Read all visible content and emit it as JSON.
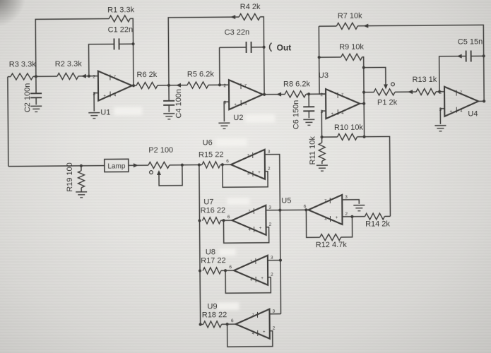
{
  "schematic": {
    "components": {
      "r1": "R1 3.3k",
      "r2": "R2 3.3k",
      "r3": "R3 3.3k",
      "r4": "R4 2k",
      "r5": "R5 6.2k",
      "r6": "R6 2k",
      "r7": "R7 10k",
      "r8": "R8 6.2k",
      "r9": "R9 10k",
      "r10": "R10 10k",
      "r11": "R11 10k",
      "r12": "R12 4.7k",
      "r13": "R13 1k",
      "r14": "R14 2k",
      "r15": "R15 22",
      "r16": "R16 22",
      "r17": "R17 22",
      "r18": "R18 22",
      "r19": "R19 100",
      "c1": "C1 22n",
      "c2": "C2 100n",
      "c3": "C3 22n",
      "c4": "C4 100n",
      "c5": "C5 15n",
      "c6": "C6 150n",
      "p1": "P1 2k",
      "p2": "P2 100",
      "u1": "U1",
      "u2": "U2",
      "u3": "U3",
      "u4": "U4",
      "u5": "U5",
      "u6": "U6",
      "u7": "U7",
      "u8": "U8",
      "u9": "U9",
      "lamp": "Lamp",
      "out": "Out"
    },
    "pins": {
      "p2": "2",
      "p3": "3",
      "p4": "4",
      "p6": "6",
      "p7": "7",
      "plus": "+"
    },
    "colors": {
      "wire": "#3f3e3c",
      "label": "#2b2a28",
      "background": "#e6e5e2"
    }
  }
}
